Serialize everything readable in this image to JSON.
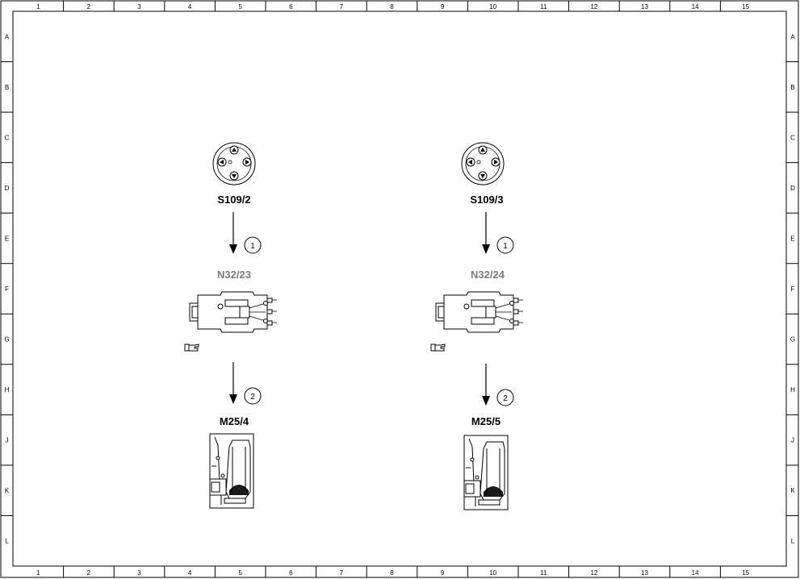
{
  "grid": {
    "columns": [
      "1",
      "2",
      "3",
      "4",
      "5",
      "6",
      "7",
      "8",
      "9",
      "10",
      "11",
      "12",
      "13",
      "14",
      "15"
    ],
    "rows": [
      "A",
      "B",
      "C",
      "D",
      "E",
      "F",
      "G",
      "H",
      "J",
      "K",
      "L"
    ]
  },
  "diagram": {
    "columns": [
      {
        "switch_label": "S109/2",
        "module_label": "N32/23",
        "motor_label": "M25/4",
        "callout_1": "1",
        "callout_2": "2"
      },
      {
        "switch_label": "S109/3",
        "module_label": "N32/24",
        "motor_label": "M25/5",
        "callout_1": "1",
        "callout_2": "2"
      }
    ],
    "colors": {
      "line": "#000000",
      "module_label": "#7a7a7a"
    },
    "icons": [
      "switch-icon",
      "control-module-icon",
      "hand-pointer-icon",
      "seat-motor-icon"
    ]
  }
}
